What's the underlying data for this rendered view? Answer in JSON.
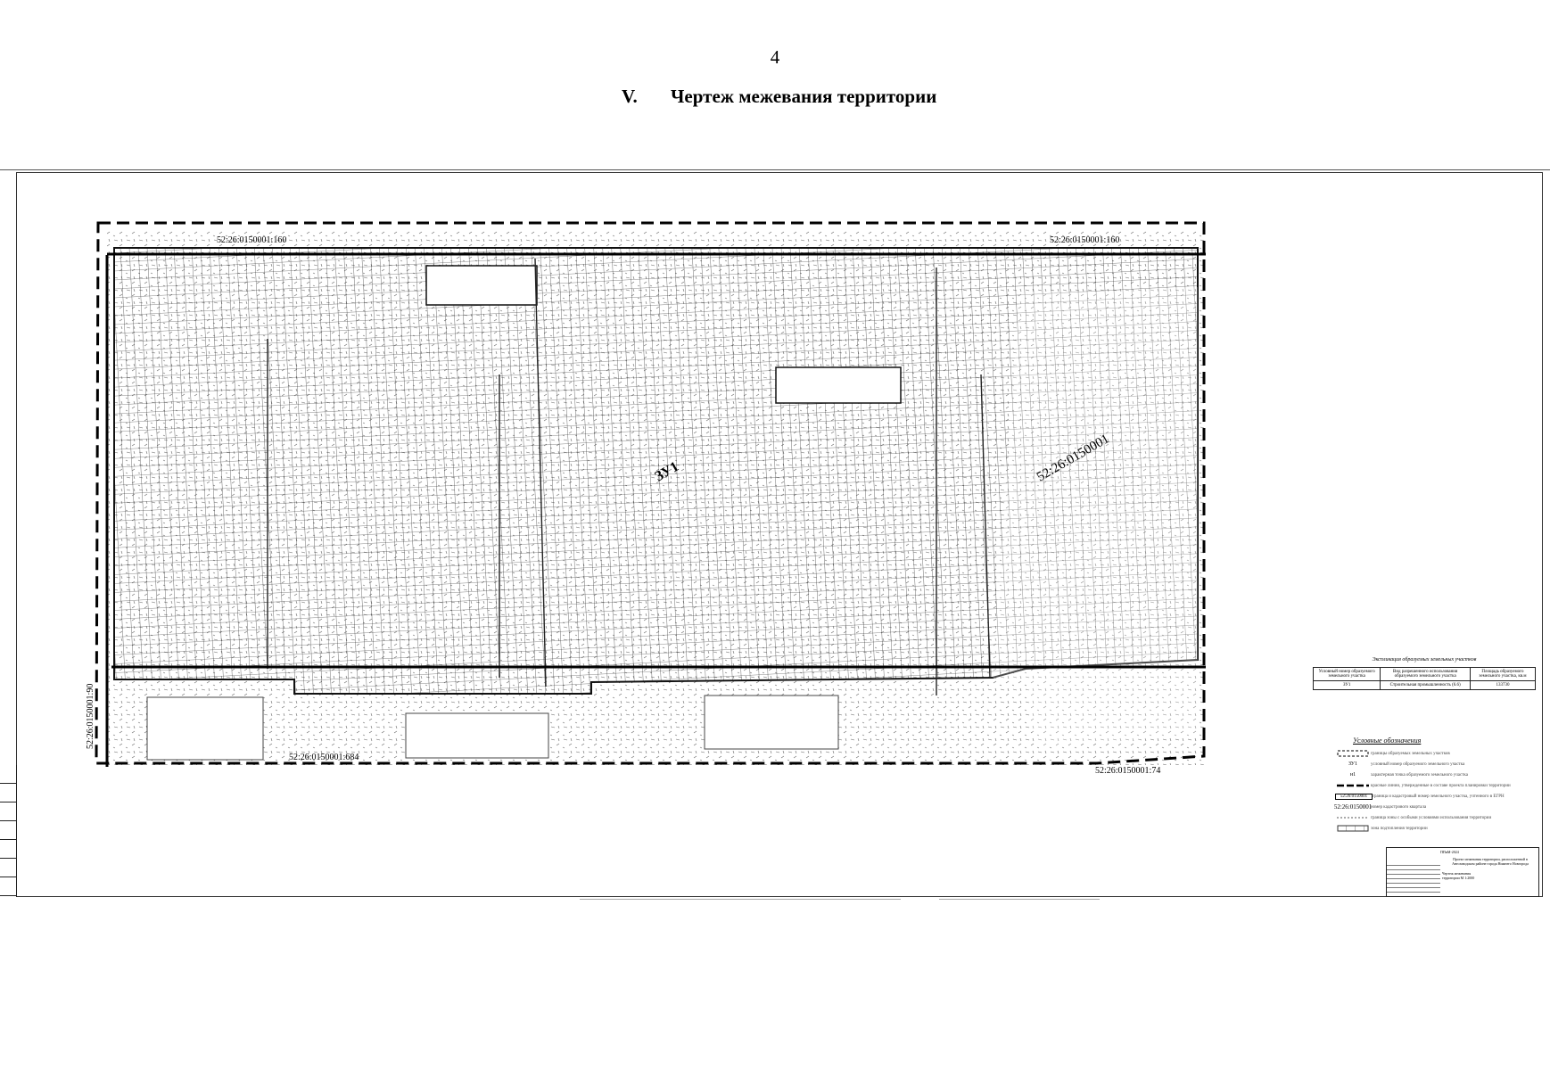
{
  "page": {
    "number": "4"
  },
  "section": {
    "numeral": "V.",
    "title": "Чертеж межевания территории"
  },
  "map": {
    "labels": {
      "parcel_top_left": "52:26:0150001:160",
      "parcel_top_right": "52:26:0150001:160",
      "parcel_left": "52:26:0150001:90",
      "parcel_bottom": "52:26:0150001:684",
      "parcel_bottom_right": "52:26:0150001:74",
      "parcel_right_diag": "52:26:0150001",
      "zone": "ЗУ1"
    }
  },
  "parcel_table": {
    "caption": "Экспликация образуемых земельных участков",
    "headers": [
      "Условный номер образуемого земельного участка",
      "Вид разрешенного использования образуемого земельного участка",
      "Площадь образуемого земельного участка, кв.м"
    ],
    "rows": [
      [
        "ЗУ1",
        "Строительная промышленность (6.6)",
        "133730"
      ]
    ]
  },
  "legend": {
    "title": "Условные обозначения",
    "items": [
      {
        "symbol": "",
        "text": "границы образуемых земельных участков"
      },
      {
        "symbol": "ЗУ1",
        "text": "условный номер образуемого земельного участка"
      },
      {
        "symbol": "н1",
        "text": "характерная точка образуемого земельного участка"
      },
      {
        "symbol": "",
        "text": "красные линии, утвержденные в составе проекта планировки территории"
      },
      {
        "symbol": "52:26:0150001",
        "text": "граница и кадастровый номер земельного участка, учтенного в ЕГРН"
      },
      {
        "symbol": "52:26:0150001",
        "text": "номер кадастрового квартала"
      },
      {
        "symbol": "",
        "text": "граница зоны с особыми условиями использования территории"
      },
      {
        "symbol": "",
        "text": "зона подтопления территории"
      }
    ]
  },
  "stamp": {
    "code": "ППиМ-2024",
    "project": "Проект межевания территории, расположенной в Автозаводском районе города Нижнего Новгорода",
    "sheet_title": "Чертеж межевания территории М 1:2000"
  }
}
